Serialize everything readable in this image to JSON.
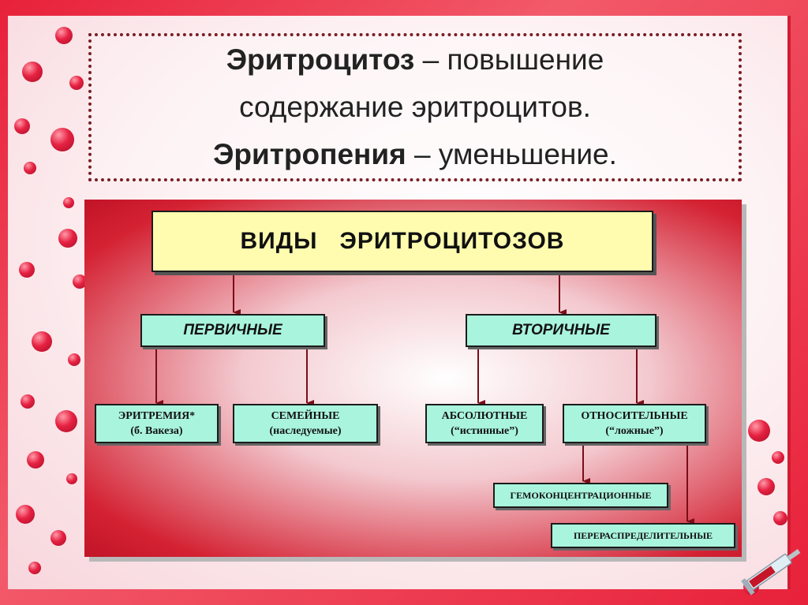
{
  "title": {
    "line1_bold": "Эритроцитоз",
    "line1_rest": " – повышение",
    "line2": "содержание эритроцитов.",
    "line3_bold": "Эритропения",
    "line3_rest": " – уменьшение."
  },
  "diagram": {
    "root": "ВИДЫ   ЭРИТРОЦИТОЗОВ",
    "primary": "ПЕРВИЧНЫЕ",
    "secondary": "ВТОРИЧНЫЕ",
    "erythremia_line1": "ЭРИТРЕМИЯ*",
    "erythremia_line2": "(б. Вакеза)",
    "familial_line1": "СЕМЕЙНЫЕ",
    "familial_line2": "(наследуемые)",
    "absolute_line1": "АБСОЛЮТНЫЕ",
    "absolute_line2": "(“истинные”)",
    "relative_line1": "ОТНОСИТЕЛЬНЫЕ",
    "relative_line2": "(“ложные”)",
    "hemoconcentration": "ГЕМОКОНЦЕНТРАЦИОННЫЕ",
    "redistribution": "ПЕРЕРАСПРЕДЕЛИТЕЛЬНЫЕ"
  },
  "colors": {
    "frame": "#e8213a",
    "root_box": "#fffcb0",
    "node_box": "#a9f4dc",
    "arrow": "#7a0d18"
  }
}
